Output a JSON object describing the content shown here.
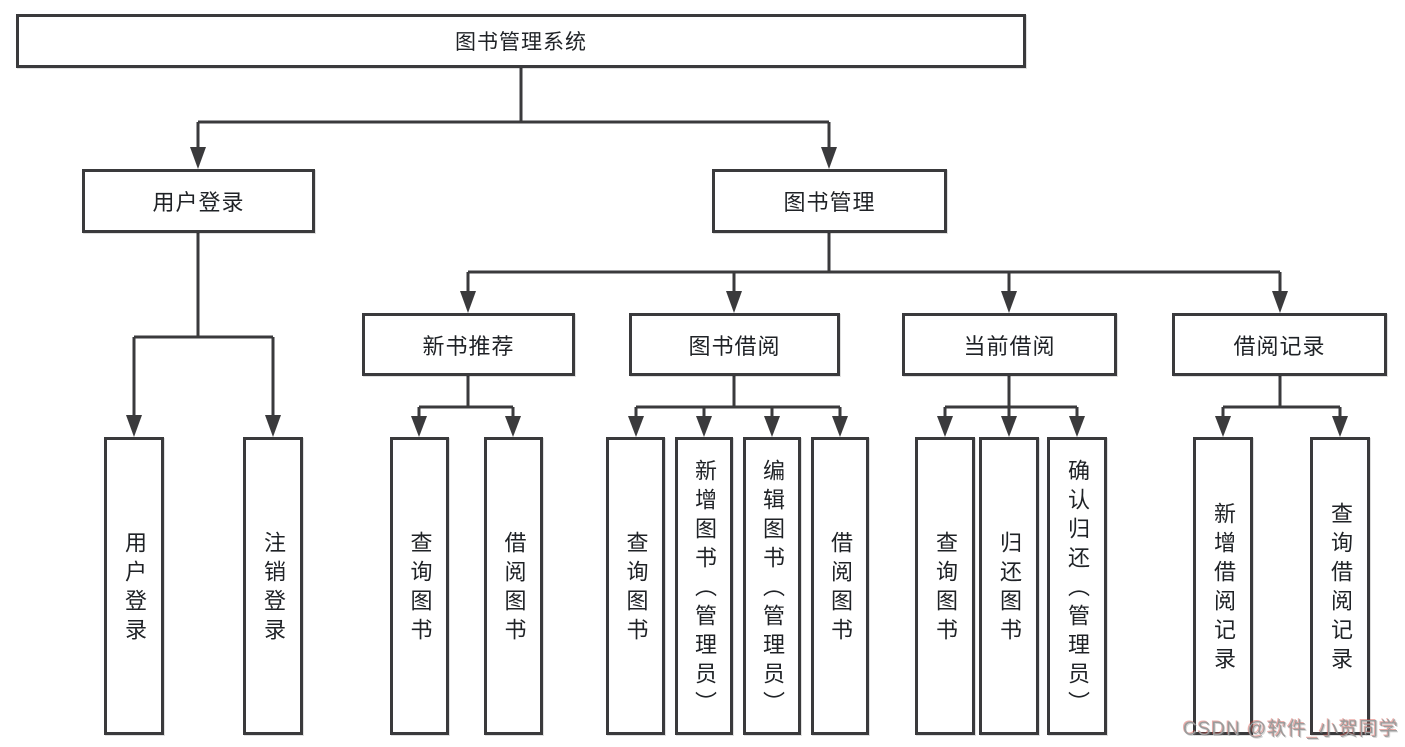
{
  "tree": {
    "root": {
      "label": "图书管理系统"
    },
    "branches": [
      {
        "label": "用户登录",
        "children": [
          {
            "label": "用户登录"
          },
          {
            "label": "注销登录"
          }
        ]
      },
      {
        "label": "图书管理",
        "children": [
          {
            "label": "新书推荐",
            "children": [
              {
                "label": "查询图书"
              },
              {
                "label": "借阅图书"
              }
            ]
          },
          {
            "label": "图书借阅",
            "children": [
              {
                "label": "查询图书"
              },
              {
                "label": "新增图书（管理员）"
              },
              {
                "label": "编辑图书（管理员）"
              },
              {
                "label": "借阅图书"
              }
            ]
          },
          {
            "label": "当前借阅",
            "children": [
              {
                "label": "查询图书"
              },
              {
                "label": "归还图书"
              },
              {
                "label": "确认归还（管理员）"
              }
            ]
          },
          {
            "label": "借阅记录",
            "children": [
              {
                "label": "新增借阅记录"
              },
              {
                "label": "查询借阅记录"
              }
            ]
          }
        ]
      }
    ]
  },
  "watermark": {
    "text": "CSDN @软件_小贺同学"
  },
  "colors": {
    "line": "#3a3a3c",
    "box_border": "#3a3a3c",
    "text": "#1f2226",
    "background": "#ffffff",
    "watermark_gray": "#9b9b9b",
    "watermark_red": "#d24c42"
  }
}
